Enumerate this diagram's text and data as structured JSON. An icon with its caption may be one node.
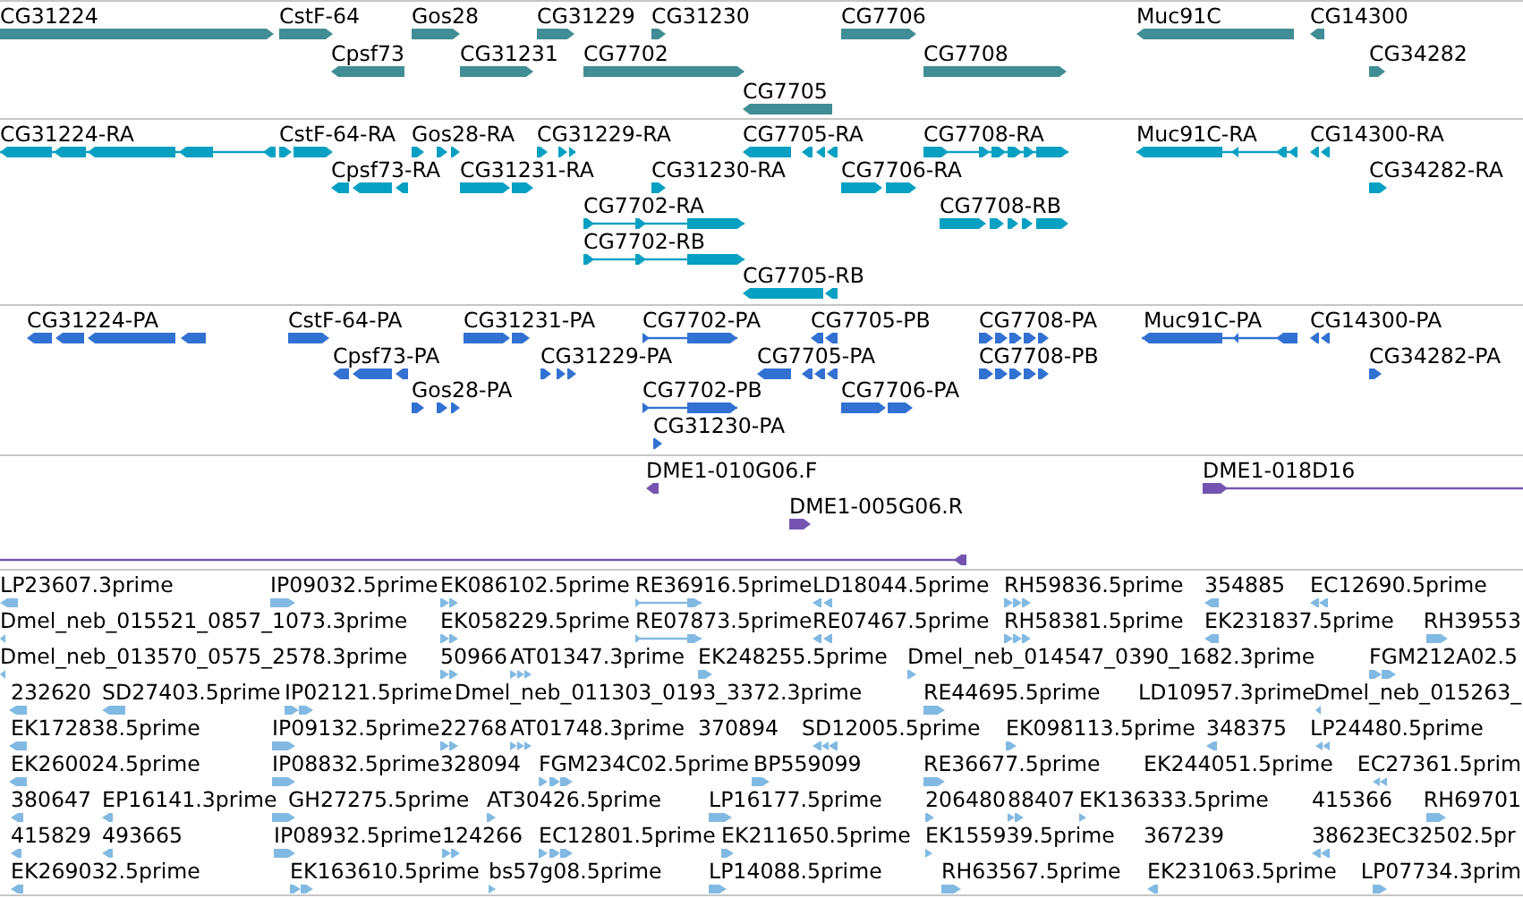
{
  "diagram": {
    "labels": [
      "CG31224",
      "CstF-64",
      "Gos28",
      "CG31229",
      "CG31230",
      "CG7706",
      "Muc91C",
      "CG14300",
      "Cpsf73",
      "CG31231",
      "CG7702",
      "CG7708",
      "CG34282",
      "CG7705",
      "CG31224-RA",
      "CstF-64-RA",
      "Gos28-RA",
      "CG31229-RA",
      "CG7705-RA",
      "CG7708-RA",
      "Muc91C-RA",
      "CG14300-RA",
      "Cpsf73-RA",
      "CG31231-RA",
      "CG31230-RA",
      "CG7706-RA",
      "CG34282-RA",
      "CG7702-RA",
      "CG7708-RB",
      "CG7702-RB",
      "CG7705-RB",
      "CG31224-PA",
      "CstF-64-PA",
      "CG31231-PA",
      "CG7702-PA",
      "CG7705-PB",
      "CG7708-PA",
      "Muc91C-PA",
      "CG14300-PA",
      "Cpsf73-PA",
      "CG31229-PA",
      "CG7705-PA",
      "CG7708-PB",
      "CG34282-PA",
      "Gos28-PA",
      "CG7702-PB",
      "CG7706-PA",
      "CG31230-PA",
      "DME1-010G06.F",
      "DME1-018D16",
      "DME1-005G06.R",
      "LP23607.3prime",
      "IP09032.5prime",
      "EK086102.5prime",
      "RE36916.5prime",
      "LD18044.5prime",
      "RH59836.5prime",
      "354885",
      "EC12690.5prime",
      "Dmel_neb_015521_0857_1073.3prime",
      "EK058229.5prime",
      "RE07873.5prime",
      "RE07467.5prime",
      "RH58381.5prime",
      "EK231837.5prime",
      "RH39553",
      "Dmel_neb_013570_0575_2578.3prime",
      "50966",
      "AT01347.3prime",
      "EK248255.5prime",
      "Dmel_neb_014547_0390_1682.3prime",
      "FGM212A02.5",
      "232620",
      "SD27403.5prime",
      "IP02121.5prime",
      "Dmel_neb_011303_0193_3372.3prime",
      "RE44695.5prime",
      "LD10957.3prime",
      "Dmel_neb_015263_",
      "EK172838.5prime",
      "IP09132.5prime",
      "22768",
      "AT01748.3prime",
      "370894",
      "SD12005.5prime",
      "EK098113.5prime",
      "348375",
      "LP24480.5prime",
      "EK260024.5prime",
      "IP08832.5prime",
      "328094",
      "FGM234C02.5prime",
      "BP559099",
      "RE36677.5prime",
      "EK244051.5prime",
      "EC27361.5prim",
      "380647",
      "EP16141.3prime",
      "GH27275.5prime",
      "AT30426.5prime",
      "LP16177.5prime",
      "206480",
      "88407",
      "EK136333.5prime",
      "415366",
      "RH69701",
      "415829",
      "493665",
      "IP08932.5prime",
      "124266",
      "EC12801.5prime",
      "EK211650.5prime",
      "EK155939.5prime",
      "367239",
      "38623",
      "EC32502.5pr",
      "EK269032.5prime",
      "EK163610.5prime",
      "bs57g08.5prime",
      "LP14088.5prime",
      "RH63567.5prime",
      "EK231063.5prime",
      "LP07734.3prim"
    ]
  }
}
